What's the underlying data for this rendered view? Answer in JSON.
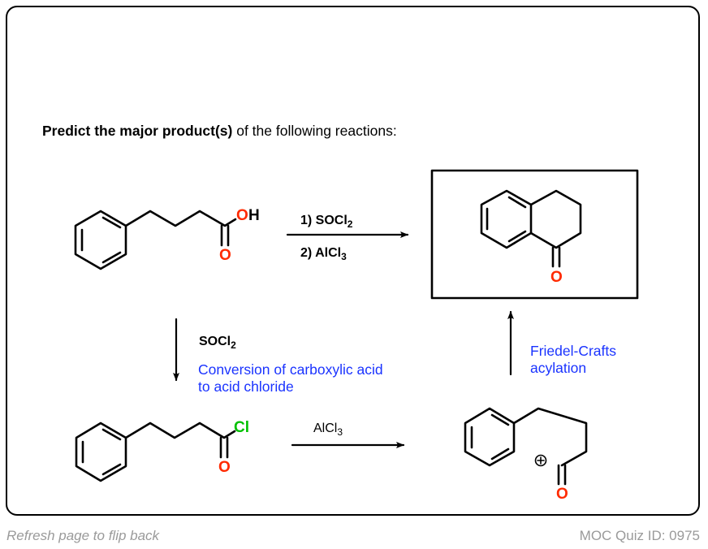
{
  "question": {
    "prompt_bold": "Predict the major product(s)",
    "prompt_rest": " of the following reactions:"
  },
  "scheme": {
    "starting_material": {
      "name": "4-phenylbutanoic acid",
      "atoms": {
        "hydroxyl_O": "O",
        "hydroxyl_H": "H",
        "carbonyl_O": "O"
      }
    },
    "main_reaction": {
      "reagent1_prefix": "1) SOCl",
      "reagent1_sub": "2",
      "reagent2_prefix": "2) AlCl",
      "reagent2_sub": "3"
    },
    "product": {
      "name": "1-tetralone",
      "atoms": {
        "carbonyl_O": "O"
      },
      "boxed": true
    },
    "step1": {
      "reagent_prefix": "SOCl",
      "reagent_sub": "2",
      "note_line1": "Conversion of carboxylic acid",
      "note_line2": "to acid chloride"
    },
    "acid_chloride": {
      "name": "4-phenylbutanoyl chloride",
      "atoms": {
        "chlorine": "Cl",
        "carbonyl_O": "O"
      }
    },
    "step2": {
      "reagent_prefix": "AlCl",
      "reagent_sub": "3"
    },
    "acylium": {
      "name": "acylium ion",
      "charge": "+",
      "atoms": {
        "carbonyl_O": "O"
      }
    },
    "step3": {
      "note_line1": "Friedel-Crafts",
      "note_line2": "acylation"
    }
  },
  "colors": {
    "oxygen": "#ff2a00",
    "chlorine": "#00c000",
    "annotation": "#1a33ff",
    "bond": "#000000",
    "footer": "#9a9a9a"
  },
  "footer": {
    "flip_hint": "Refresh page to flip back",
    "quiz_id": "MOC Quiz ID: 0975"
  }
}
